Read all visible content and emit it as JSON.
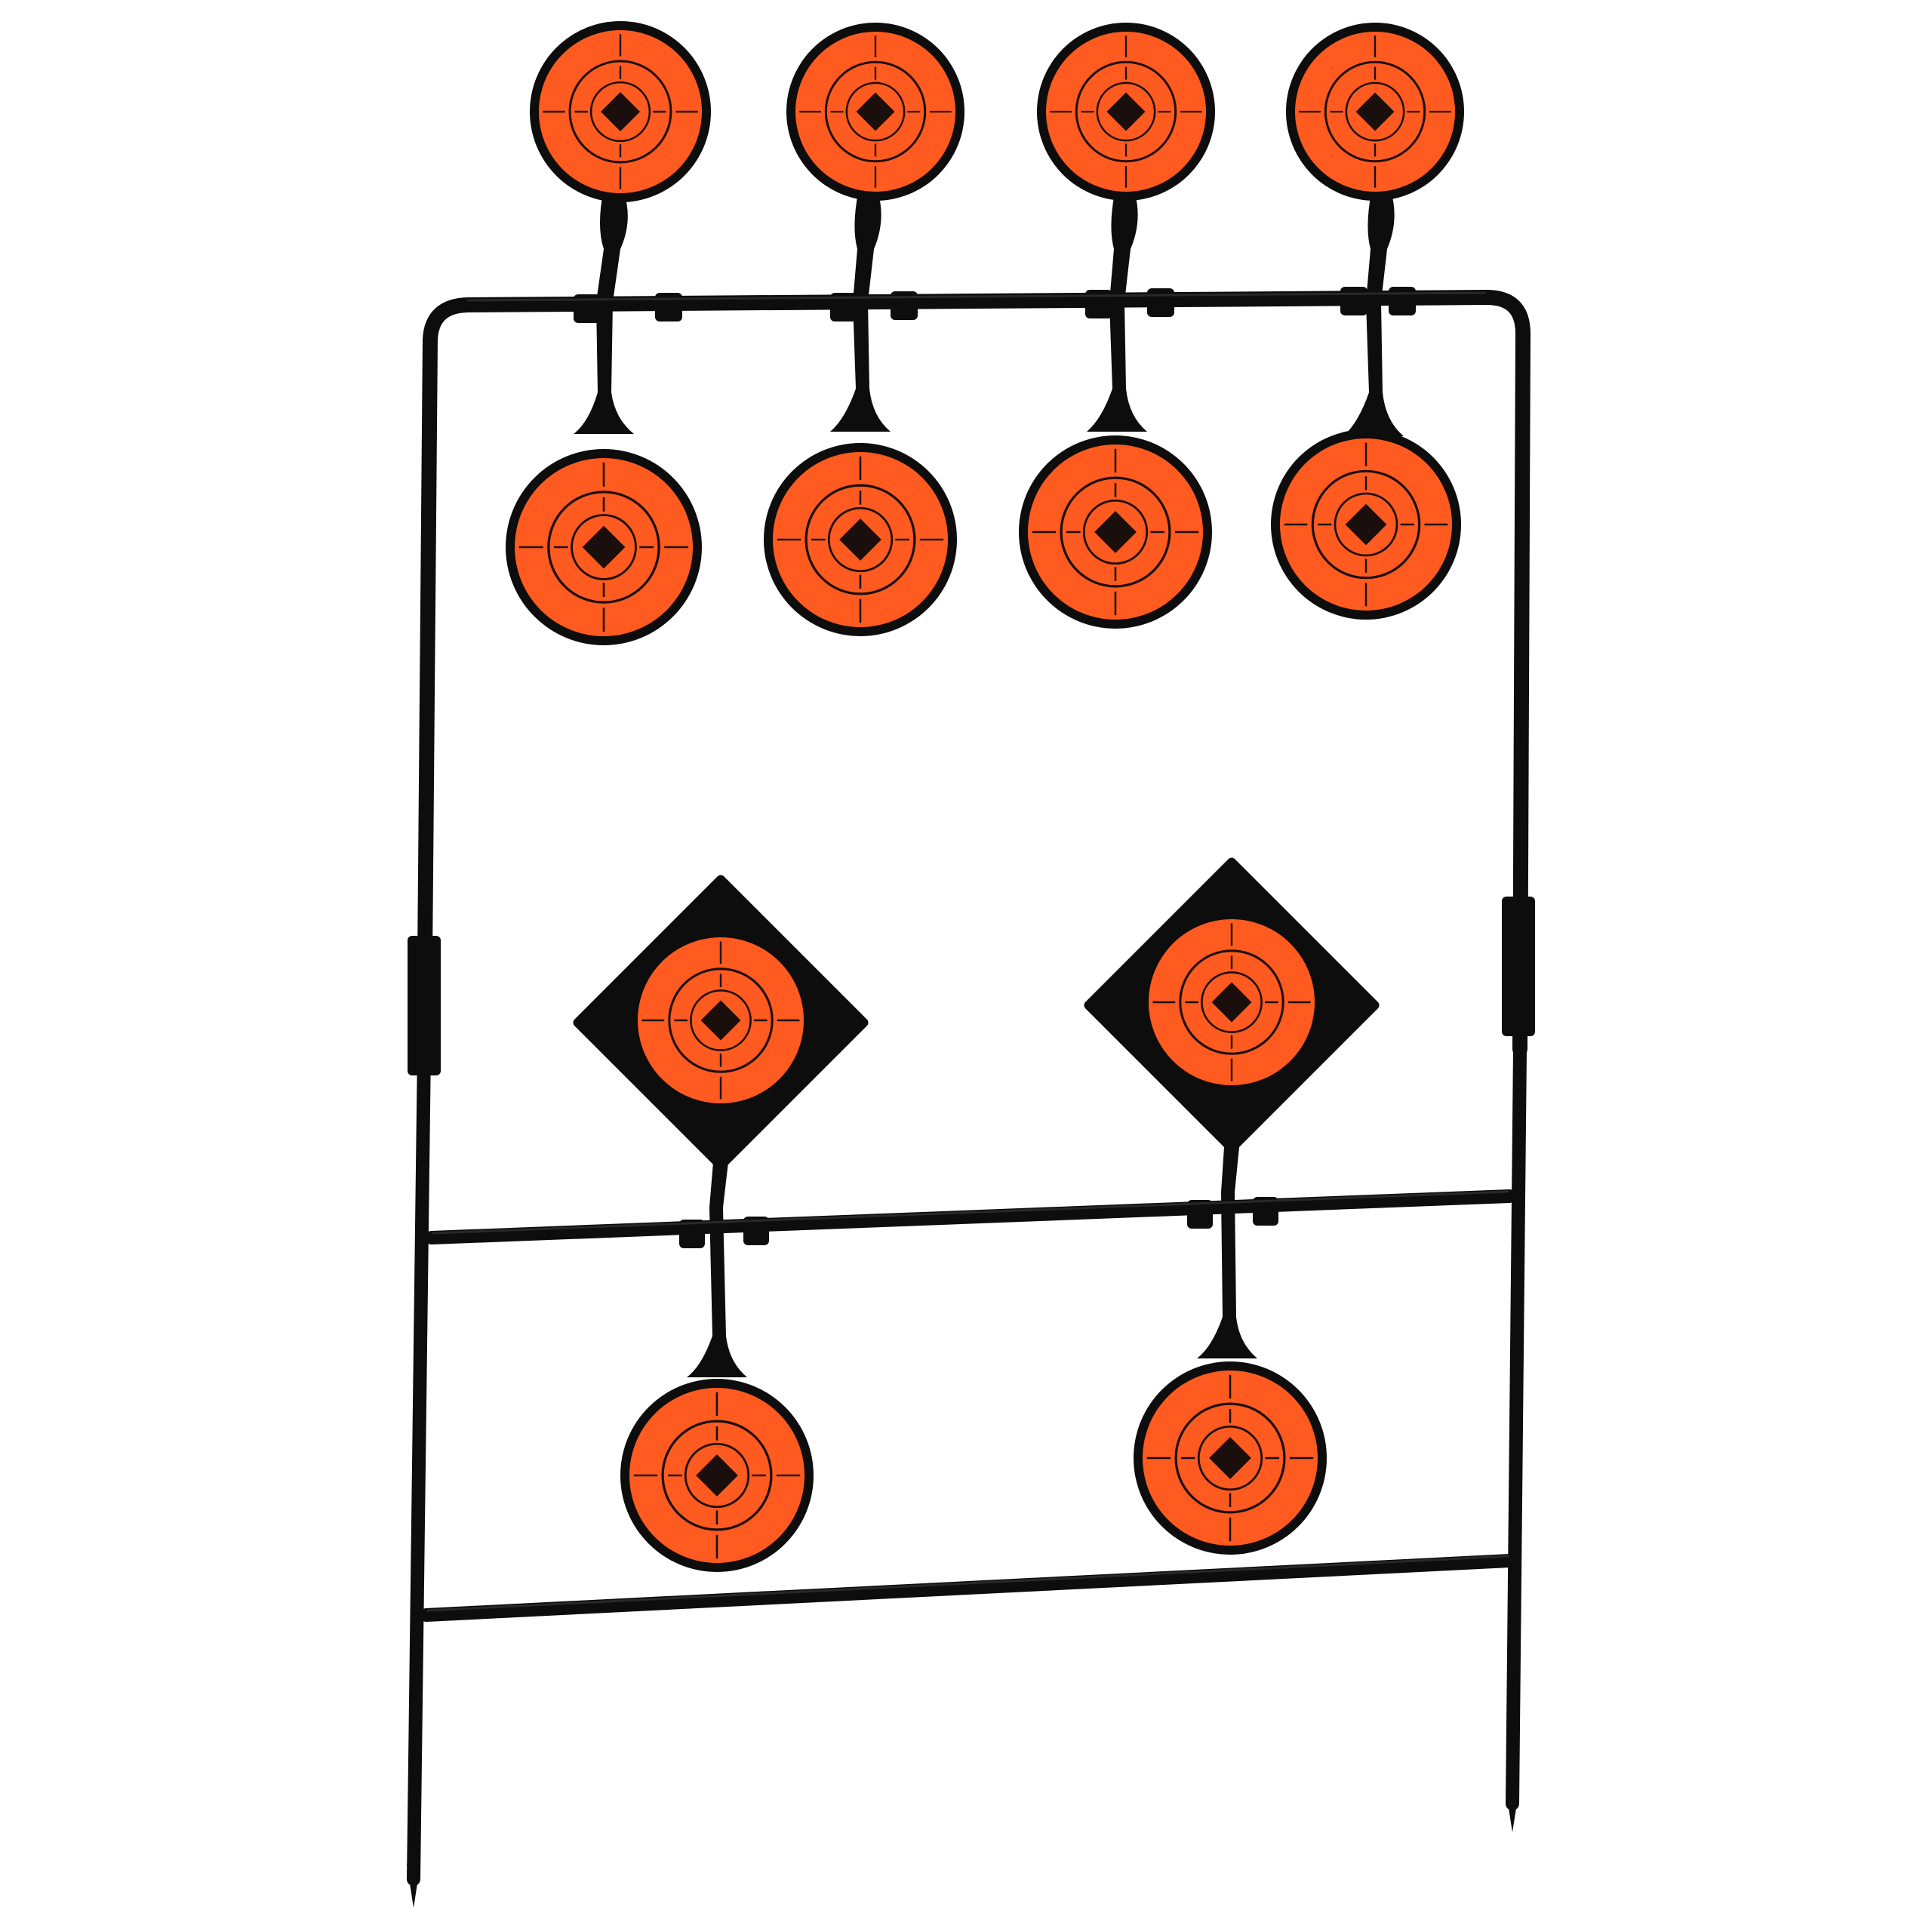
{
  "product": {
    "kind": "metal spinner shooting target stand",
    "top_row_paddles": 4,
    "bottom_row_paddles": 2,
    "paddle_shape_top": "round",
    "paddle_shape_bottom_upper": "diamond",
    "paddle_shape_bottom_lower": "round"
  },
  "colors": {
    "background": "#ffffff",
    "frame": "#0d0d0d",
    "frame_highlight": "#3a3a3a",
    "target_orange": "#ff5a1f",
    "target_orange_edge": "#e8421a",
    "reticle": "#1a0f0c"
  },
  "icons": {
    "paddle_reticle": "crosshair-diamond-icon"
  }
}
